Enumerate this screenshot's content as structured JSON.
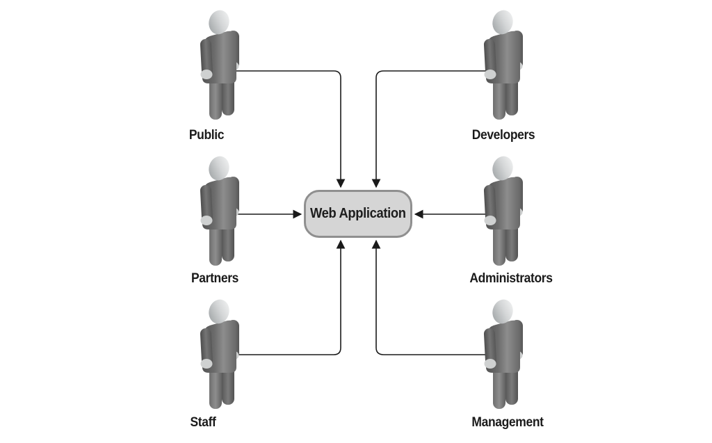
{
  "diagram": {
    "center_node": {
      "label": "Web Application"
    },
    "actors": [
      {
        "id": "public",
        "label": "Public",
        "position": "top-left"
      },
      {
        "id": "developers",
        "label": "Developers",
        "position": "top-right"
      },
      {
        "id": "partners",
        "label": "Partners",
        "position": "middle-left"
      },
      {
        "id": "administrators",
        "label": "Administrators",
        "position": "middle-right"
      },
      {
        "id": "staff",
        "label": "Staff",
        "position": "bottom-left"
      },
      {
        "id": "management",
        "label": "Management",
        "position": "bottom-right"
      }
    ],
    "connections": [
      {
        "from": "Public",
        "to": "Web Application",
        "arrow": "into-top"
      },
      {
        "from": "Developers",
        "to": "Web Application",
        "arrow": "into-top"
      },
      {
        "from": "Partners",
        "to": "Web Application",
        "arrow": "into-left"
      },
      {
        "from": "Administrators",
        "to": "Web Application",
        "arrow": "into-right"
      },
      {
        "from": "Staff",
        "to": "Web Application",
        "arrow": "into-bottom"
      },
      {
        "from": "Management",
        "to": "Web Application",
        "arrow": "into-bottom"
      }
    ],
    "colors": {
      "background": "#ffffff",
      "node_fill": "#d5d5d5",
      "node_border": "#8f8f8f",
      "arrow": "#1a1a1a",
      "label_text": "#1a1a1a",
      "figure_dark": "#565656",
      "figure_mid": "#8d8d8d",
      "figure_head_light": "#f2f3f3",
      "figure_hands": "#cdcfcf"
    },
    "icons": [
      "person-icon"
    ]
  }
}
